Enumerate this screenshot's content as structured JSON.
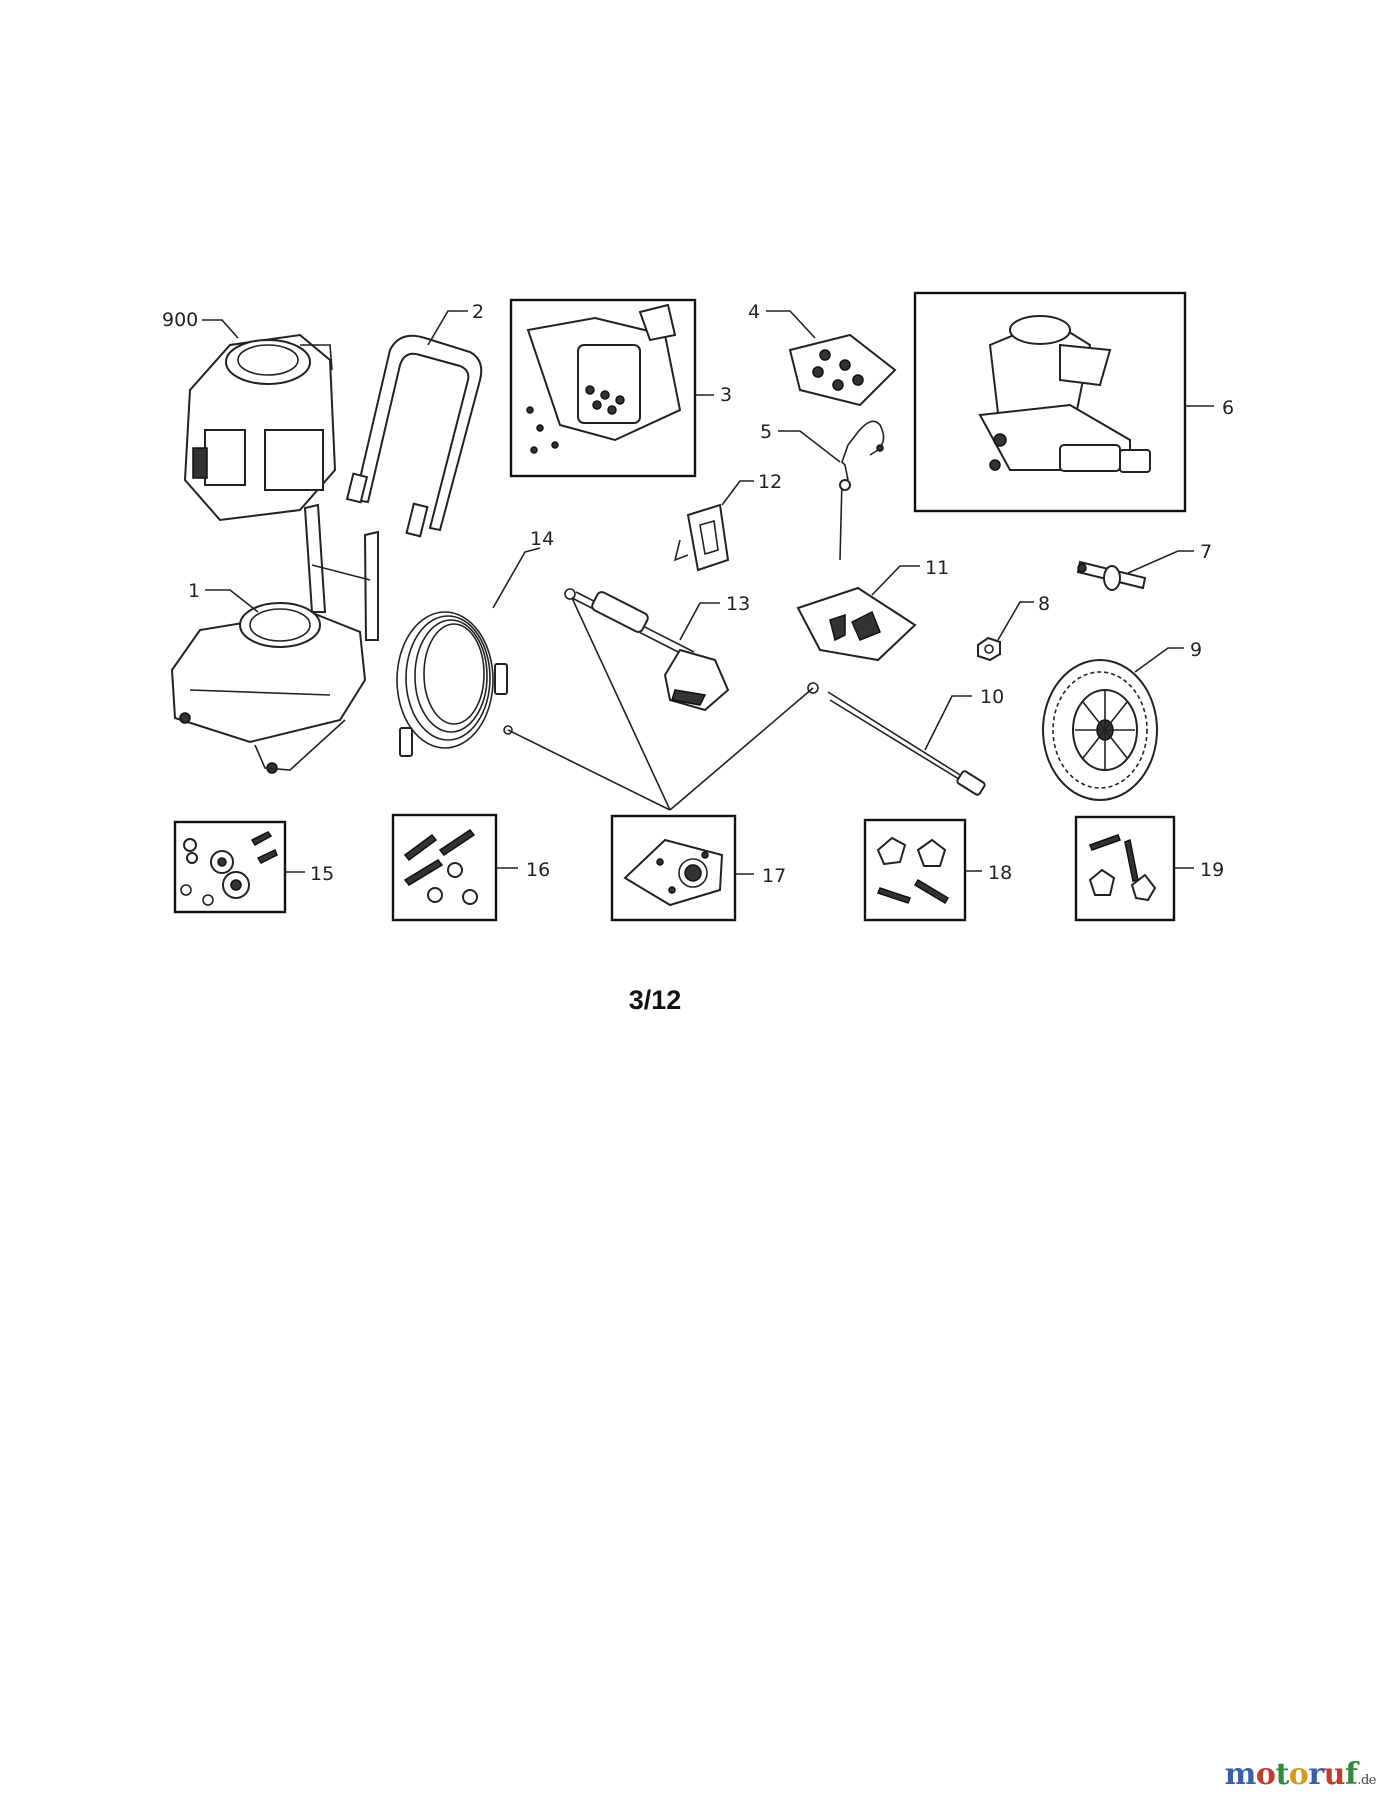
{
  "callouts": {
    "c900": "900",
    "c1": "1",
    "c2": "2",
    "c3": "3",
    "c4": "4",
    "c5": "5",
    "c6": "6",
    "c7": "7",
    "c8": "8",
    "c9": "9",
    "c10": "10",
    "c11": "11",
    "c12": "12",
    "c13": "13",
    "c14": "14",
    "c15": "15",
    "c16": "16",
    "c17": "17",
    "c18": "18",
    "c19": "19"
  },
  "page_number": "3/12",
  "watermark": {
    "name": "motoruf",
    "tld": ".de"
  }
}
